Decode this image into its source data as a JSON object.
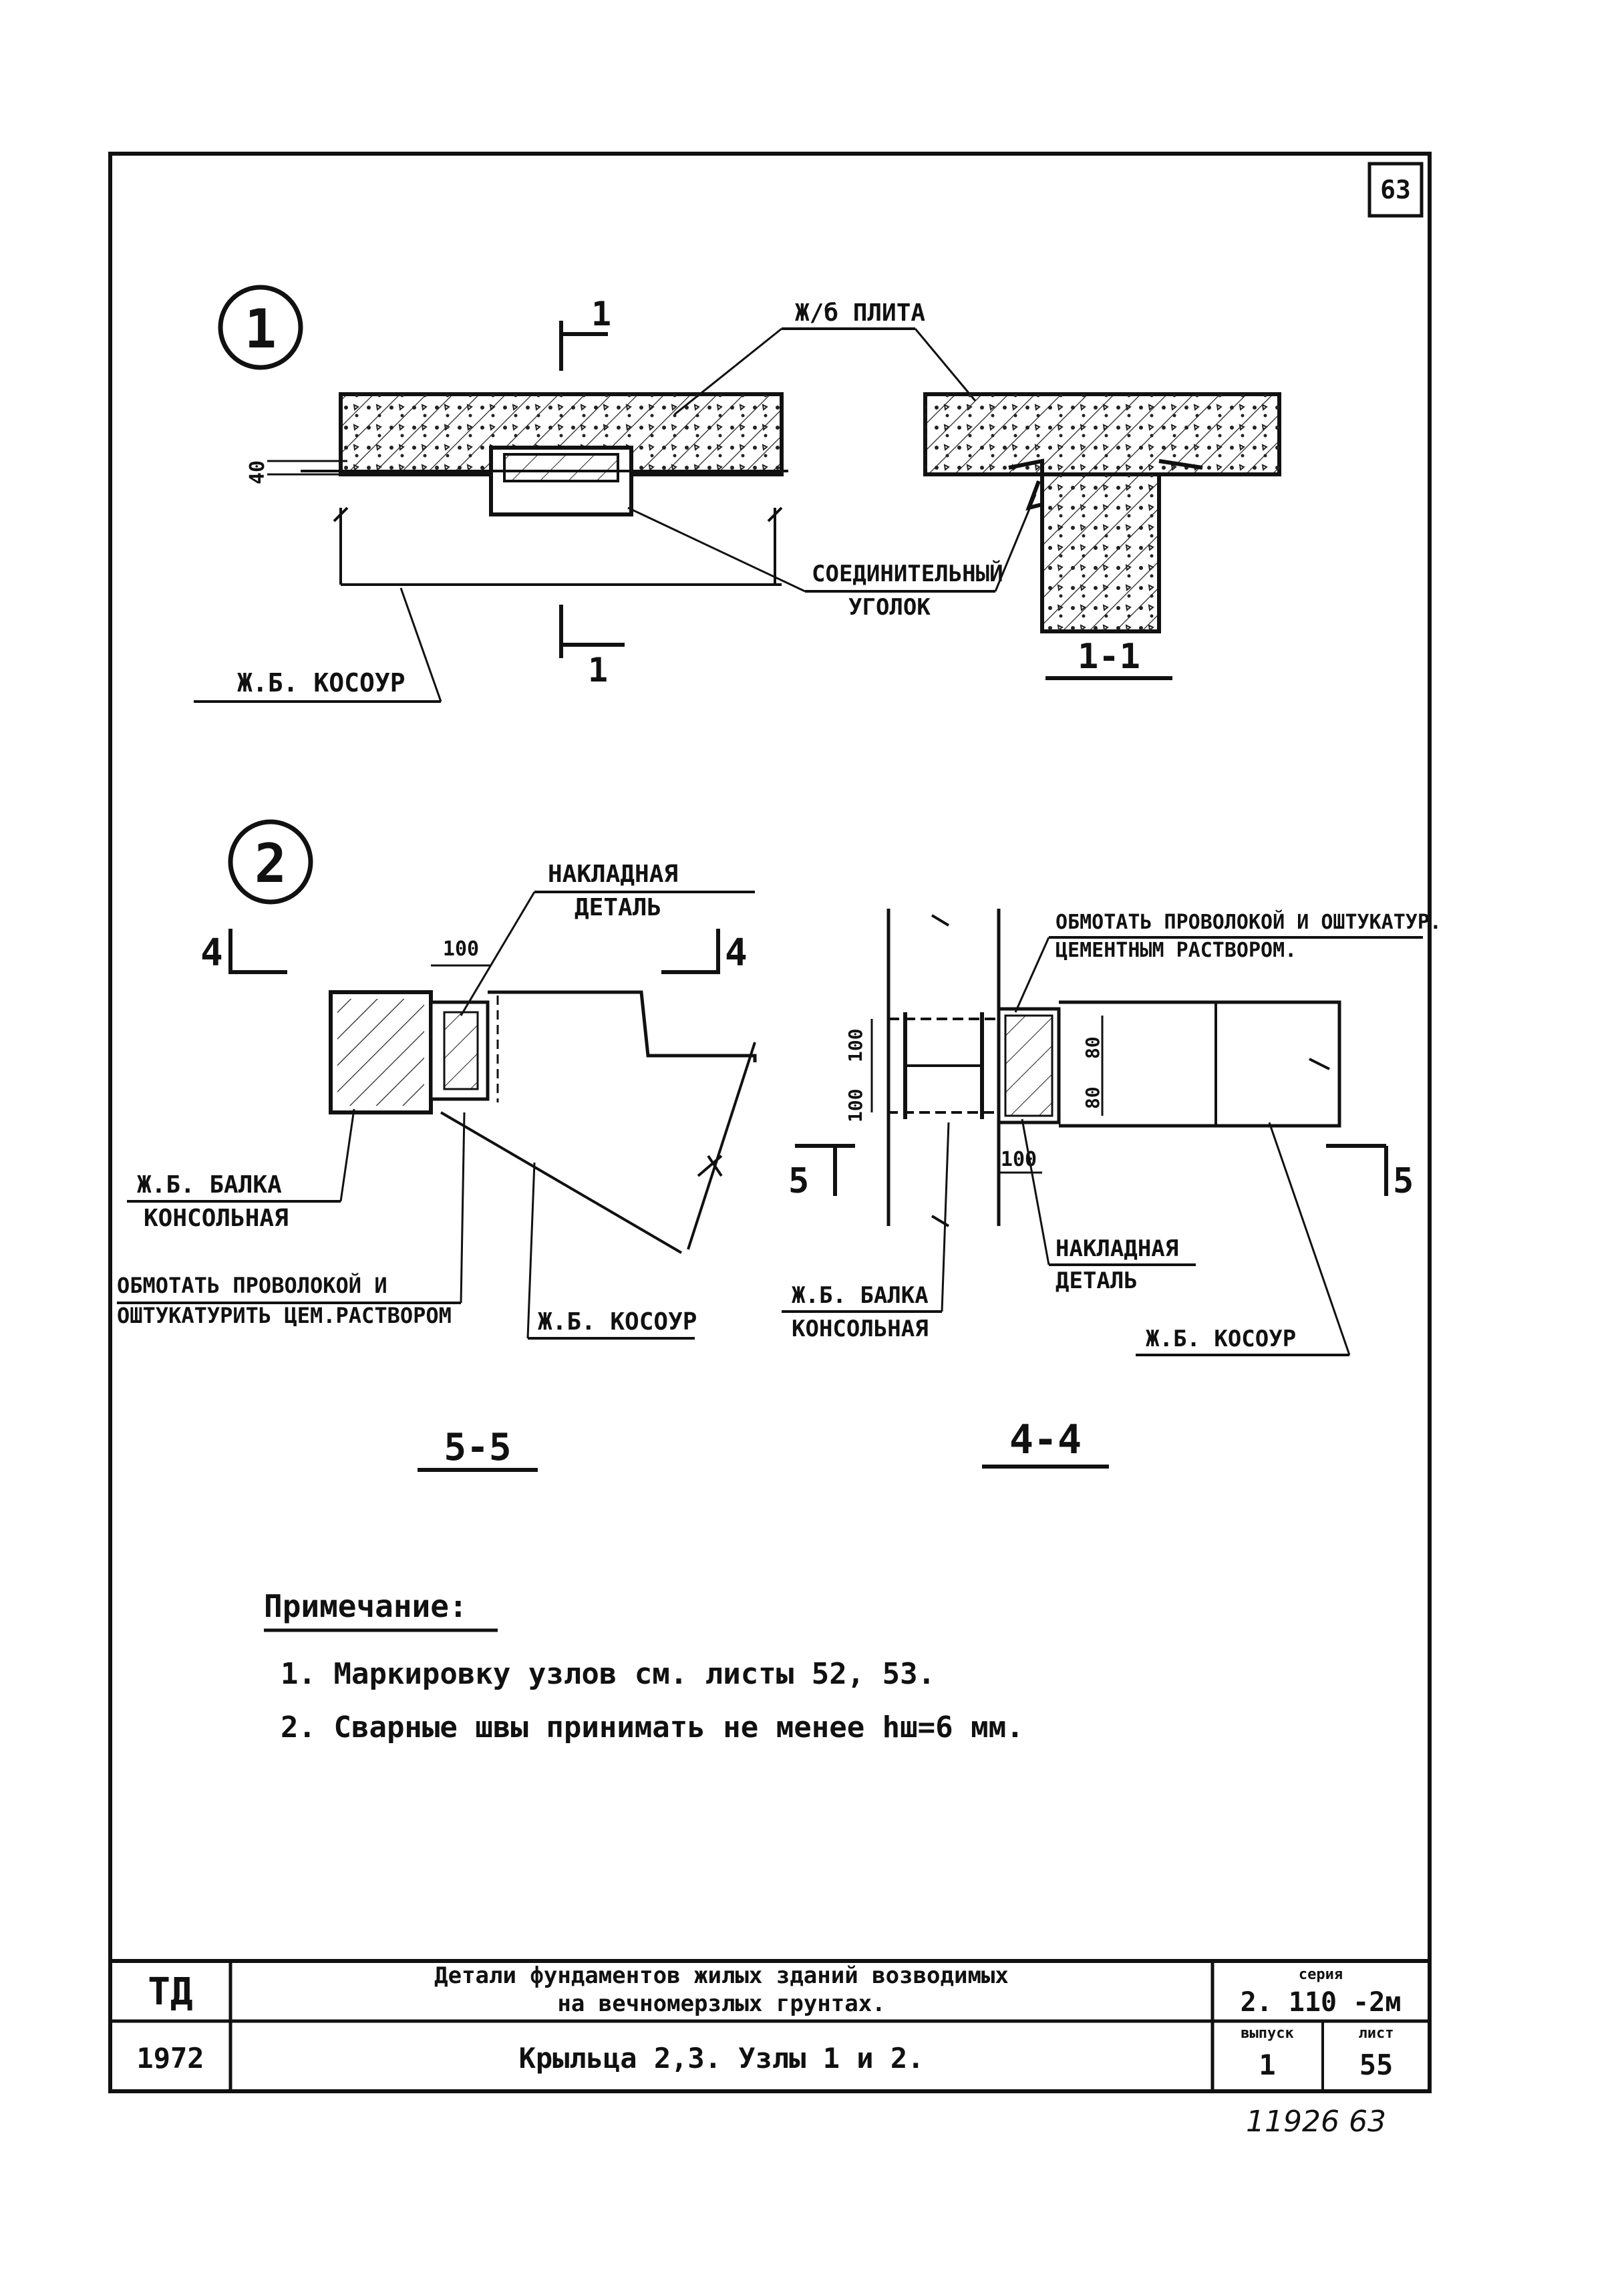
{
  "page_number": "63",
  "node1": {
    "marker": "1",
    "section_mark": "1",
    "label_plate": "Ж/б ПЛИТА",
    "label_angle_line1": "СОЕДИНИТЕЛЬНЫЙ",
    "label_angle_line2": "УГОЛОК",
    "label_kosour": "Ж.Б. КОСОУР",
    "dim_40": "40",
    "section_title": "1-1"
  },
  "node2": {
    "marker": "2",
    "section_mark_4": "4",
    "section_mark_5": "5",
    "label_overlay_line1": "НАКЛАДНАЯ",
    "label_overlay_line2": "ДЕТАЛЬ",
    "label_beam_line1": "Ж.Б. БАЛКА",
    "label_beam_line2": "КОНСОЛЬНАЯ",
    "label_wrap_line1": "ОБМОТАТЬ ПРОВОЛОКОЙ И",
    "label_wrap_line2": "ОШТУКАТУРИТЬ ЦЕМ.РАСТВОРОМ",
    "label_kosour": "Ж.Б. КОСОУР",
    "dim_100": "100",
    "section_title_5": "5-5",
    "r_label_wrap_line1": "ОБМОТАТЬ ПРОВОЛОКОЙ И ОШТУКАТУР.",
    "r_label_wrap_line2": "ЦЕМЕНТНЫМ РАСТВОРОМ.",
    "r_label_overlay_line1": "НАКЛАДНАЯ",
    "r_label_overlay_line2": "ДЕТАЛЬ",
    "r_label_beam_line1": "Ж.Б. БАЛКА",
    "r_label_beam_line2": "КОНСОЛЬНАЯ",
    "r_label_kosour": "Ж.Б. КОСОУР",
    "r_dim_100a": "100",
    "r_dim_100b": "100",
    "r_dim_80a": "80",
    "r_dim_80b": "80",
    "r_dim_100c": "100",
    "section_title_4": "4-4"
  },
  "notes": {
    "title": "Примечание:",
    "items": [
      "1.  Маркировку узлов см. листы 52, 53.",
      "2.  Сварные швы принимать не менее hш=6 мм."
    ]
  },
  "title_block": {
    "org": "ТД",
    "year": "1972",
    "title_line1": "Детали фундаментов жилых зданий возводимых",
    "title_line2": "на вечномерзлых грунтах.",
    "subtitle": "Крыльца 2,3.  Узлы 1 и 2.",
    "series_label": "серия",
    "series_value": "2. 110 -2м",
    "issue_label": "выпуск",
    "issue_value": "1",
    "sheet_label": "лист",
    "sheet_value": "55"
  },
  "stamp": "11926  63"
}
